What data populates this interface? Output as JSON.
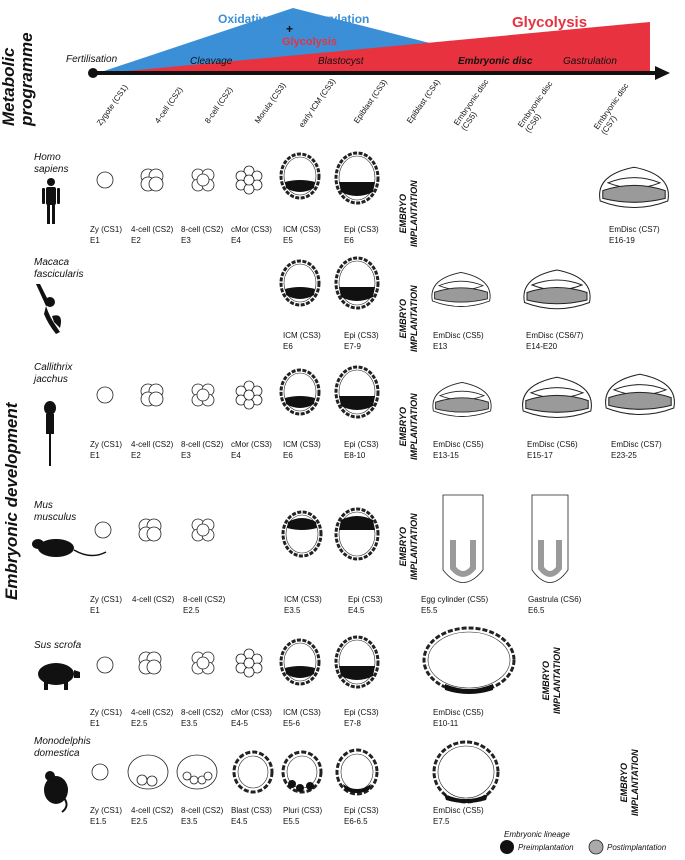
{
  "side_titles": {
    "metabolic": "Metabolic\nprogramme",
    "development": "Embryonic development"
  },
  "metabolism": {
    "oxphos": "Oxidative phosphorylation",
    "plus": "+",
    "glycolysis_small": "Glycolysis",
    "glycolysis_large": "Glycolysis",
    "colors": {
      "oxphos": "#3b8fd6",
      "glycolysis": "#e8323f"
    }
  },
  "timeline": {
    "fertilisation": "Fertilisation",
    "cleavage": "Cleavage",
    "blastocyst": "Blastocyst",
    "embryonic_disc": "Embryonic disc",
    "gastrulation": "Gastrulation"
  },
  "stages": [
    "Zygote (CS1)",
    "4-cell (CS2)",
    "8-cell (CS2)",
    "Morula (CS3)",
    "early ICM (CS3)",
    "Epiblast (CS3)",
    "Epiblast (CS4)",
    "Embryonic disc\n(CS5)",
    "Embryonic disc\n(CS6)",
    "Embryonic disc\n(CS7)"
  ],
  "implantation_label": "EMBRYO\nIMPLANTATION",
  "species": [
    {
      "name": "Homo\nsapiens",
      "labels": [
        "Zy (CS1)\nE1",
        "4-cell (CS2)\nE2",
        "8-cell (CS2)\nE3",
        "cMor (CS3)\nE4",
        "ICM (CS3)\nE5",
        "Epi (CS3)\nE6",
        "EmDisc (CS7)\nE16-19"
      ]
    },
    {
      "name": "Macaca\nfascicularis",
      "labels": [
        "ICM (CS3)\nE6",
        "Epi (CS3)\nE7-9",
        "EmDisc (CS5)\nE13",
        "EmDisc (CS6/7)\nE14-E20"
      ]
    },
    {
      "name": "Callithrix\njacchus",
      "labels": [
        "Zy (CS1)\nE1",
        "4-cell (CS2)\nE2",
        "8-cell (CS2)\nE3",
        "cMor (CS3)\nE4",
        "ICM (CS3)\nE6",
        "Epi (CS3)\nE8-10",
        "EmDisc (CS5)\nE13-15",
        "EmDisc (CS6)\nE15-17",
        "EmDisc (CS7)\nE23-25"
      ]
    },
    {
      "name": "Mus\nmusculus",
      "labels": [
        "Zy (CS1)\nE1",
        "4-cell (CS2)",
        "8-cell (CS2)\nE2.5",
        "ICM (CS3)\nE3.5",
        "Epi (CS3)\nE4.5",
        "Egg cylinder (CS5)\nE5.5",
        "Gastrula (CS6)\nE6.5"
      ]
    },
    {
      "name": "Sus scrofa",
      "labels": [
        "Zy (CS1)\nE1",
        "4-cell (CS2)\nE2.5",
        "8-cell (CS2)\nE3.5",
        "cMor (CS3)\nE4-5",
        "ICM (CS3)\nE5-6",
        "Epi (CS3)\nE7-8",
        "EmDisc (CS5)\nE10-11"
      ]
    },
    {
      "name": "Monodelphis\ndomestica",
      "labels": [
        "Zy (CS1)\nE1.5",
        "4-cell (CS2)\nE2.5",
        "8-cell (CS2)\nE3.5",
        "Blast (CS3)\nE4.5",
        "Pluri (CS3)\nE5.5",
        "Epi (CS3)\nE6-6.5",
        "EmDisc (CS5)\nE7.5"
      ]
    }
  ],
  "legend": {
    "title": "Embryonic lineage",
    "pre": "Preimplantation",
    "post": "Postimplantation"
  }
}
